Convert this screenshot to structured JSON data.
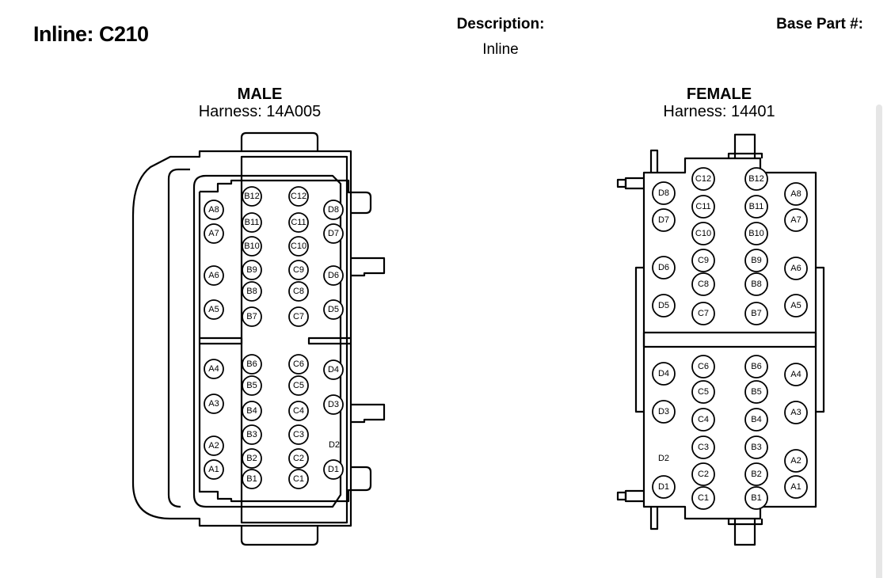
{
  "header": {
    "title": "Inline: C210",
    "description_label": "Description:",
    "description_value": "Inline",
    "base_part_label": "Base Part #:"
  },
  "connectors": [
    {
      "gender": "MALE",
      "harness": "Harness: 14A005",
      "pins": [
        "A1",
        "A2",
        "A3",
        "A4",
        "A5",
        "A6",
        "A7",
        "A8",
        "B1",
        "B2",
        "B3",
        "B4",
        "B5",
        "B6",
        "B7",
        "B8",
        "B9",
        "B10",
        "B11",
        "B12",
        "C1",
        "C2",
        "C3",
        "C4",
        "C5",
        "C6",
        "C7",
        "C8",
        "C9",
        "C10",
        "C11",
        "C12",
        "D1",
        "D3",
        "D4",
        "D5",
        "D6",
        "D7",
        "D8"
      ],
      "unpopulated_label": "D2"
    },
    {
      "gender": "FEMALE",
      "harness": "Harness: 14401",
      "pins": [
        "A1",
        "A2",
        "A3",
        "A4",
        "A5",
        "A6",
        "A7",
        "A8",
        "B1",
        "B2",
        "B3",
        "B4",
        "B5",
        "B6",
        "B7",
        "B8",
        "B9",
        "B10",
        "B11",
        "B12",
        "C1",
        "C2",
        "C3",
        "C4",
        "C5",
        "C6",
        "C7",
        "C8",
        "C9",
        "C10",
        "C11",
        "C12",
        "D1",
        "D3",
        "D4",
        "D5",
        "D6",
        "D7",
        "D8"
      ],
      "unpopulated_label": "D2"
    }
  ]
}
